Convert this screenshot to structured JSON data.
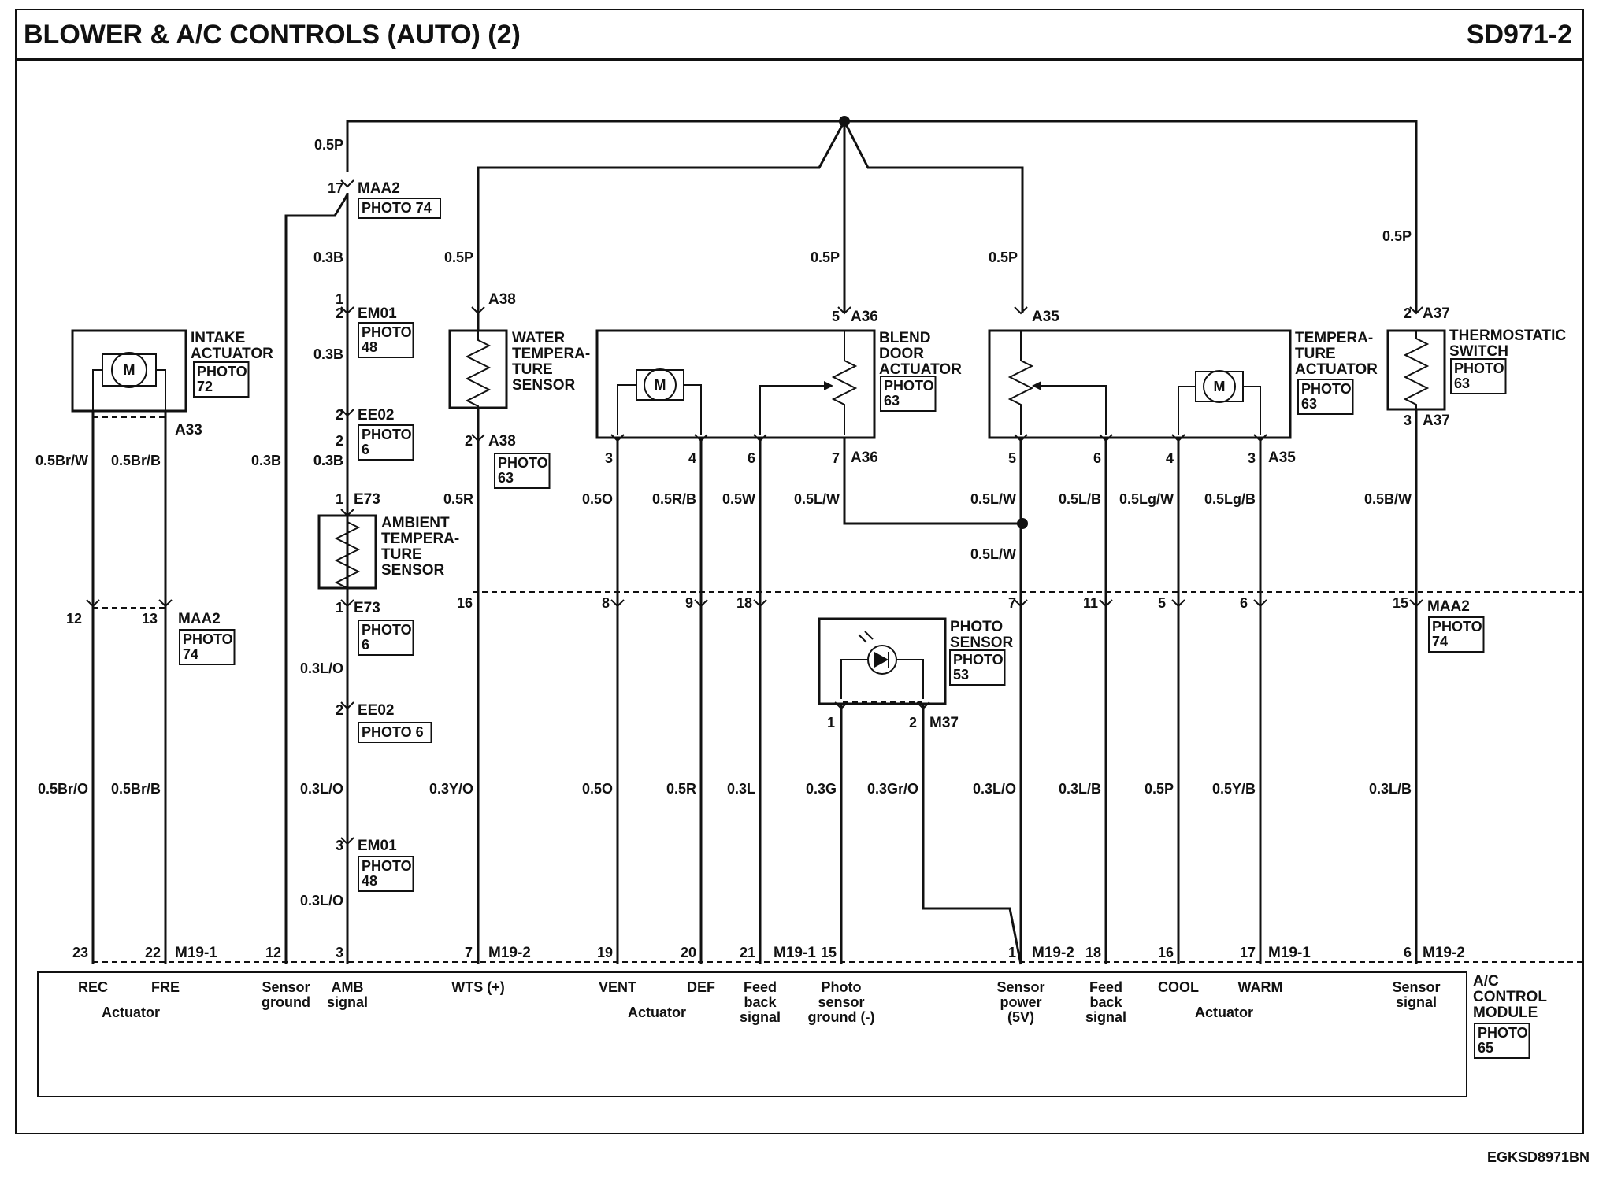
{
  "title": "BLOWER & A/C CONTROLS (AUTO) (2)",
  "code": "SD971-2",
  "footer": "EGKSD8971BN",
  "components": [
    {
      "name": "intake-actuator",
      "lines": [
        "INTAKE",
        "ACTUATOR"
      ],
      "photo": [
        "PHOTO",
        "72"
      ]
    },
    {
      "name": "water-temperature-sensor",
      "lines": [
        "WATER",
        "TEMPERA-",
        "TURE",
        "SENSOR"
      ]
    },
    {
      "name": "ambient-temperature-sensor",
      "lines": [
        "AMBIENT",
        "TEMPERA-",
        "TURE",
        "SENSOR"
      ]
    },
    {
      "name": "blend-door-actuator",
      "lines": [
        "BLEND",
        "DOOR",
        "ACTUATOR"
      ],
      "photo": [
        "PHOTO",
        "63"
      ]
    },
    {
      "name": "temperature-actuator",
      "lines": [
        "TEMPERA-",
        "TURE",
        "ACTUATOR"
      ],
      "photo": [
        "PHOTO",
        "63"
      ]
    },
    {
      "name": "thermostatic-switch",
      "lines": [
        "THERMOSTATIC",
        "SWITCH"
      ],
      "photo": [
        "PHOTO",
        "63"
      ]
    },
    {
      "name": "photo-sensor",
      "lines": [
        "PHOTO",
        "SENSOR"
      ],
      "photo": [
        "PHOTO",
        "53"
      ]
    },
    {
      "name": "ac-control-module",
      "lines": [
        "A/C",
        "CONTROL",
        "MODULE"
      ],
      "photo": [
        "PHOTO",
        "65"
      ]
    }
  ],
  "connector_labels": [
    "MAA2",
    "EM01",
    "EE02",
    "E73",
    "A38",
    "A36",
    "A35",
    "A37",
    "A33",
    "M37",
    "M19-1",
    "M19-2"
  ],
  "photo_refs": [
    [
      "PHOTO 74"
    ],
    [
      "PHOTO",
      "48"
    ],
    [
      "PHOTO",
      "6"
    ],
    [
      "PHOTO",
      "63"
    ],
    [
      "PHOTO",
      "6"
    ],
    [
      "PHOTO 6"
    ],
    [
      "PHOTO",
      "48"
    ],
    [
      "PHOTO",
      "74"
    ],
    [
      "PHOTO",
      "74"
    ]
  ],
  "wire_labels": [
    "0.5P",
    "0.3B",
    "0.3B",
    "0.5P",
    "0.5P",
    "0.5P",
    "0.5P",
    "0.3B",
    "0.3B",
    "0.5Br/W",
    "0.5Br/B",
    "0.3B",
    "0.5R",
    "0.5O",
    "0.5R/B",
    "0.5W",
    "0.5L/W",
    "0.5L/W",
    "0.5L/B",
    "0.5Lg/W",
    "0.5Lg/B",
    "0.5B/W",
    "0.5L/W",
    "0.3L/O",
    "0.5Br/O",
    "0.5Br/B",
    "0.3L/O",
    "0.3Y/O",
    "0.5O",
    "0.5R",
    "0.3L",
    "0.3G",
    "0.3Gr/O",
    "0.3L/O",
    "0.3L/B",
    "0.5P",
    "0.5Y/B",
    "0.3L/B",
    "0.3L/O"
  ],
  "pin_numbers": [
    "17",
    "2",
    "1",
    "2",
    "1",
    "2",
    "1",
    "2",
    "3",
    "12",
    "13",
    "1",
    "2",
    "16",
    "5",
    "3",
    "4",
    "6",
    "7",
    "8",
    "9",
    "18",
    "7",
    "5",
    "6",
    "4",
    "3",
    "11",
    "5",
    "6",
    "2",
    "3",
    "15",
    "1",
    "2",
    "23",
    "22",
    "12",
    "3",
    "7",
    "19",
    "20",
    "21",
    "15",
    "1",
    "18",
    "16",
    "17",
    "6"
  ],
  "module_terminals": [
    {
      "name": "rec",
      "lines": [
        "REC"
      ]
    },
    {
      "name": "fre",
      "lines": [
        "FRE"
      ]
    },
    {
      "name": "actuator-1",
      "lines": [
        "Actuator"
      ]
    },
    {
      "name": "sensor-ground",
      "lines": [
        "Sensor",
        "ground"
      ]
    },
    {
      "name": "amb-signal",
      "lines": [
        "AMB",
        "signal"
      ]
    },
    {
      "name": "wts",
      "lines": [
        "WTS (+)"
      ]
    },
    {
      "name": "vent",
      "lines": [
        "VENT"
      ]
    },
    {
      "name": "def",
      "lines": [
        "DEF"
      ]
    },
    {
      "name": "actuator-2",
      "lines": [
        "Actuator"
      ]
    },
    {
      "name": "feedback-1",
      "lines": [
        "Feed",
        "back",
        "signal"
      ]
    },
    {
      "name": "photo-sensor-ground",
      "lines": [
        "Photo",
        "sensor",
        "ground (-)"
      ]
    },
    {
      "name": "sensor-power",
      "lines": [
        "Sensor",
        "power",
        "(5V)"
      ]
    },
    {
      "name": "feedback-2",
      "lines": [
        "Feed",
        "back",
        "signal"
      ]
    },
    {
      "name": "cool",
      "lines": [
        "COOL"
      ]
    },
    {
      "name": "warm",
      "lines": [
        "WARM"
      ]
    },
    {
      "name": "actuator-3",
      "lines": [
        "Actuator"
      ]
    },
    {
      "name": "sensor-signal",
      "lines": [
        "Sensor",
        "signal"
      ]
    }
  ],
  "motor_symbol": "M"
}
